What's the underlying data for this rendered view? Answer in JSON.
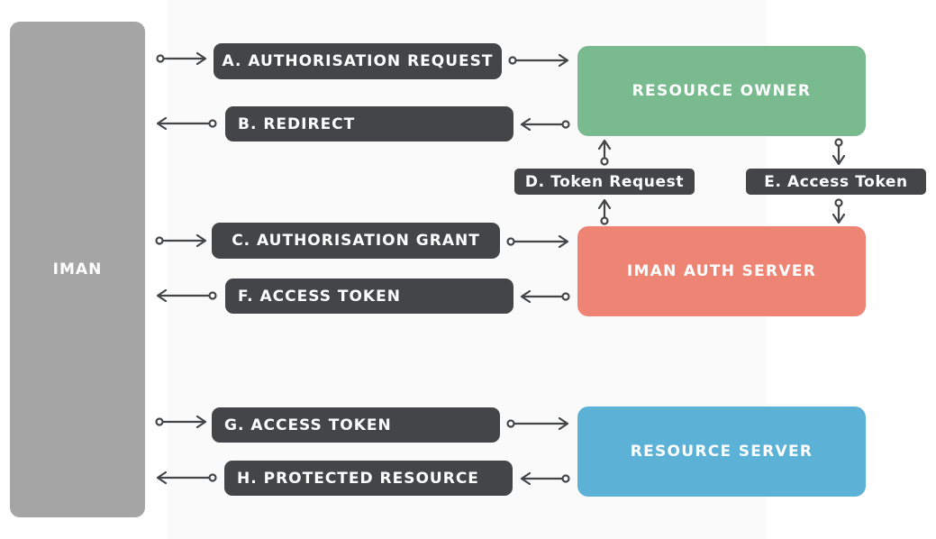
{
  "client": {
    "label": "IMAN"
  },
  "nodes": {
    "resource_owner": {
      "label": "RESOURCE OWNER",
      "color": "#7aba8f"
    },
    "auth_server": {
      "label": "IMAN AUTH SERVER",
      "color": "#ee8473"
    },
    "resource_server": {
      "label": "RESOURCE SERVER",
      "color": "#5cb1d6"
    }
  },
  "flows": {
    "a": "A. AUTHORISATION REQUEST",
    "b": "B. REDIRECT",
    "c": "C. AUTHORISATION GRANT",
    "d": "D. Token Request",
    "e": "E. Access Token",
    "f": "F. ACCESS TOKEN",
    "g": "G. ACCESS TOKEN",
    "h": "H. PROTECTED RESOURCE"
  },
  "colors": {
    "pill": "#434547",
    "arrow": "#434547",
    "client": "#a5a5a5"
  }
}
